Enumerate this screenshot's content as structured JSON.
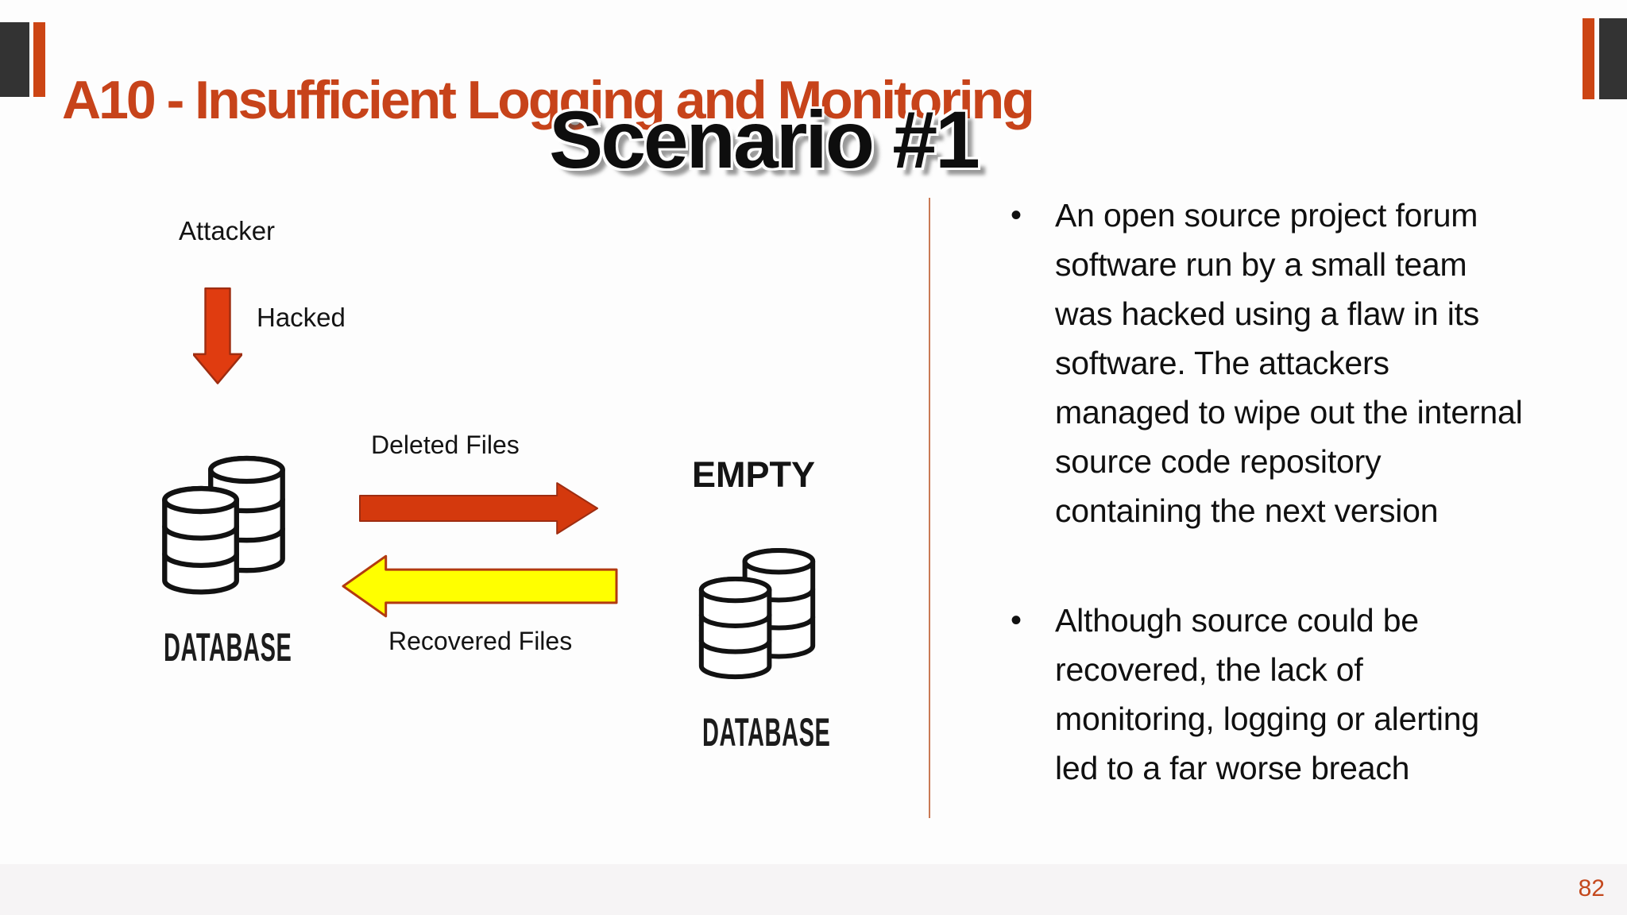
{
  "header": {
    "title": "A10 - Insufficient Logging and Monitoring"
  },
  "slide": {
    "title": "Scenario #1"
  },
  "diagram": {
    "attacker_label": "Attacker",
    "hacked_label": "Hacked",
    "deleted_files_label": "Deleted Files",
    "recovered_files_label": "Recovered Files",
    "empty_label": "EMPTY",
    "left_database_label": "DATABASE",
    "right_database_label": "DATABASE",
    "icons": {
      "attack_flow": "arrow-down-icon",
      "deleted_flow": "arrow-right-icon",
      "recovered_flow": "arrow-left-icon",
      "storage": "database-icon"
    }
  },
  "bullets": [
    "An open source project forum software run by a small team was hacked using a flaw in its software. The attackers managed to wipe out the internal source code repository containing the next version",
    "Although source could be recovered, the lack of monitoring, logging or alerting led to a far worse breach"
  ],
  "footer": {
    "page_number": "82"
  },
  "colors": {
    "accent_orange": "#c7431a",
    "bar_dark": "#333333",
    "bar_orange": "#cc4514",
    "arrow_red_fill": "#d93c0e",
    "arrow_red_stroke": "#9e2d11",
    "arrow_yellow_fill": "#ffff00",
    "arrow_yellow_stroke": "#b23a10",
    "divider": "#c97a55",
    "footer_bg": "#f6f4f5",
    "page_number": "#c4481d"
  }
}
